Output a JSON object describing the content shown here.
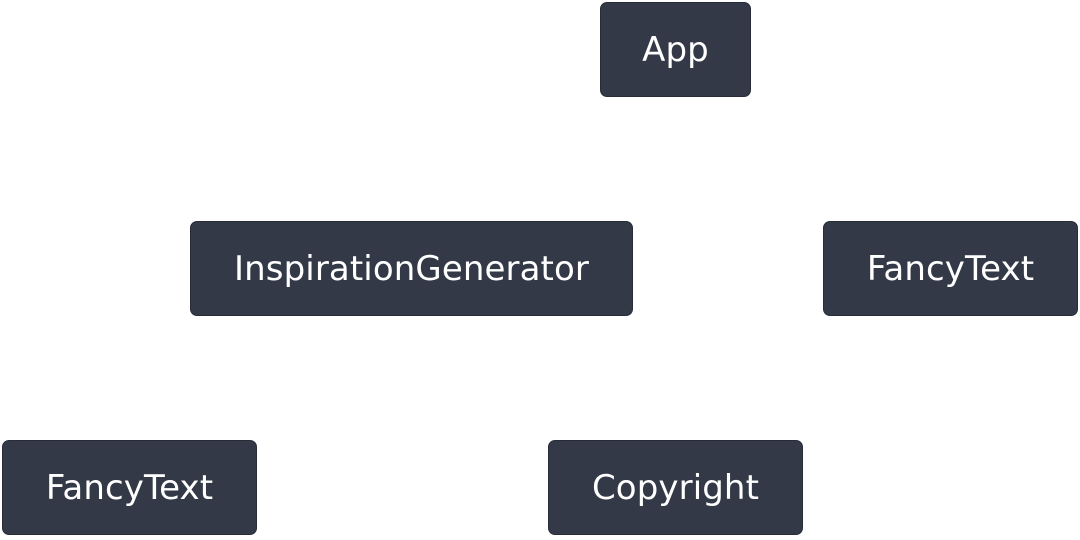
{
  "diagram": {
    "type": "component-tree",
    "colors": {
      "background": "#ffffff",
      "node_fill": "#333947",
      "node_text": "#ffffff"
    },
    "nodes": [
      {
        "id": "app",
        "label": "App"
      },
      {
        "id": "inspiration",
        "label": "InspirationGenerator"
      },
      {
        "id": "fancytext-right",
        "label": "FancyText"
      },
      {
        "id": "fancytext-left",
        "label": "FancyText"
      },
      {
        "id": "copyright",
        "label": "Copyright"
      }
    ]
  }
}
